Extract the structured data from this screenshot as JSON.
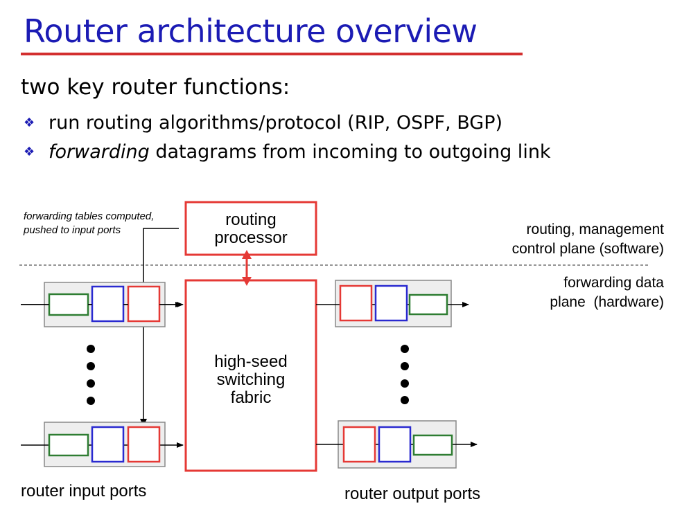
{
  "title": "Router architecture overview",
  "subtitle": "two key router functions:",
  "bullets": [
    {
      "emphasis": "",
      "text": "run routing algorithms/protocol (RIP, OSPF, BGP)"
    },
    {
      "emphasis": "forwarding",
      "text": " datagrams from incoming to outgoing link"
    }
  ],
  "diagram": {
    "note_line1": "forwarding tables computed,",
    "note_line2": "pushed to input ports",
    "routing_processor_line1": "routing",
    "routing_processor_line2": "processor",
    "control_plane_line1": "routing, management",
    "control_plane_line2": "control plane (software)",
    "data_plane_line1": "forwarding data",
    "data_plane_line2": "plane  (hardware)",
    "fabric_line1": "high-seed",
    "fabric_line2": "switching",
    "fabric_line3": "fabric",
    "input_ports_label": "router input ports",
    "output_ports_label": "router output ports"
  },
  "colors": {
    "title": "#1b1bb4",
    "accent": "#d32f2f",
    "queue_green": "#2e7d32",
    "queue_blue": "#2a2ad0",
    "queue_red": "#e53935",
    "port_box": "#888888"
  }
}
